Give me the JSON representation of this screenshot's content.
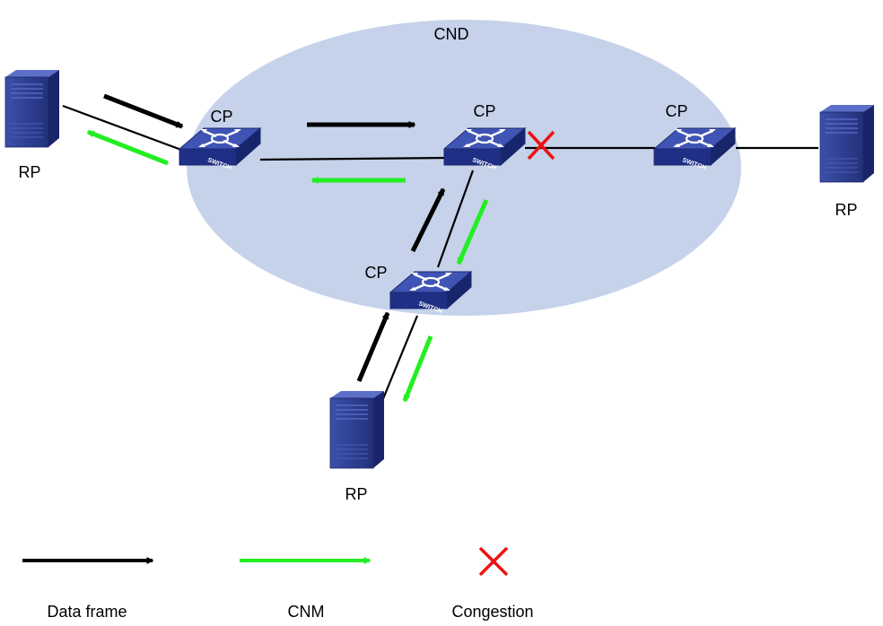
{
  "diagram": {
    "cloud_label": "CND",
    "switches": [
      {
        "label": "CP",
        "device_text": "SWITCH"
      },
      {
        "label": "CP",
        "device_text": "SWITCH"
      },
      {
        "label": "CP",
        "device_text": "SWITCH"
      },
      {
        "label": "CP",
        "device_text": "SWITCH"
      }
    ],
    "servers": [
      {
        "label": "RP"
      },
      {
        "label": "RP"
      },
      {
        "label": "RP"
      }
    ],
    "legend": {
      "data_frame": "Data frame",
      "cnm": "CNM",
      "congestion": "Congestion"
    },
    "colors": {
      "cloud": "#c5d2ea",
      "data_frame": "#000000",
      "cnm": "#22ee22",
      "congestion": "#ee1111",
      "device": "#2b3f99"
    }
  }
}
